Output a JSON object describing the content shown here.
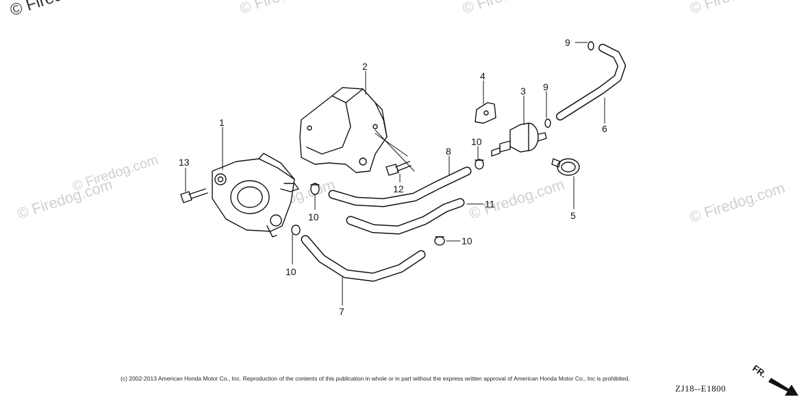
{
  "watermarks": [
    "© Firedog.com",
    "© Firedog.com",
    "© Firedog.com",
    "© Firedog.com",
    "© Firedog.com",
    "© Firedog.com",
    "© Firedog.com",
    "© Firedog.com",
    "© Firedog.com"
  ],
  "callouts": {
    "c1": "1",
    "c2": "2",
    "c3": "3",
    "c4": "4",
    "c5": "5",
    "c6": "6",
    "c7": "7",
    "c8": "8",
    "c9a": "9",
    "c9b": "9",
    "c10a": "10",
    "c10b": "10",
    "c10c": "10",
    "c10d": "10",
    "c11": "11",
    "c12": "12",
    "c13": "13"
  },
  "copyright": "(c) 2002-2013 American Honda Motor Co., Inc. Reproduction of the contents of this publication in whole or in part without the express written approval of American Honda Motor Co., Inc is prohibited.",
  "drawing_number": "ZJ18--E1800",
  "front_marker": "FR."
}
